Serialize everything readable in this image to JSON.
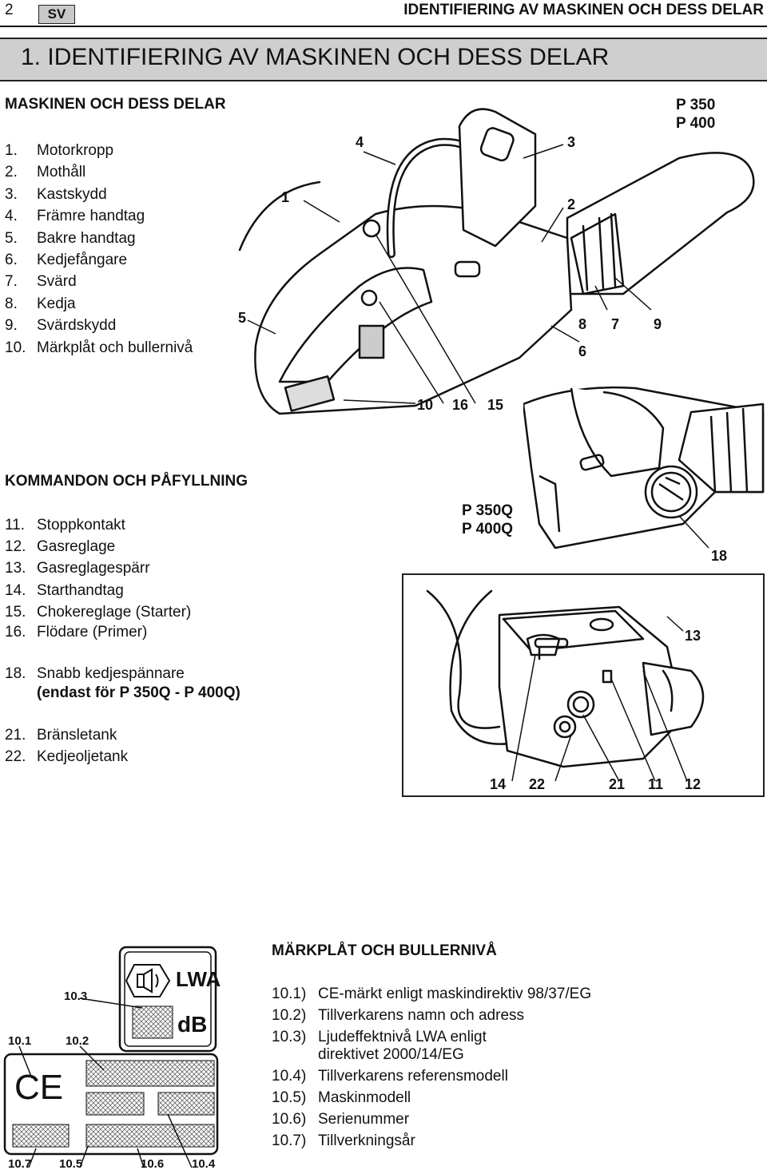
{
  "header": {
    "page_number": "2",
    "language": "SV",
    "running_title": "IDENTIFIERING AV MASKINEN OCH DESS DELAR"
  },
  "banner": {
    "title": "1. IDENTIFIERING AV MASKINEN OCH DESS DELAR"
  },
  "parts": {
    "heading": "MASKINEN OCH DESS DELAR",
    "items": [
      {
        "num": "1.",
        "label": "Motorkropp"
      },
      {
        "num": "2.",
        "label": "Mothåll"
      },
      {
        "num": "3.",
        "label": "Kastskydd"
      },
      {
        "num": "4.",
        "label": "Främre handtag"
      },
      {
        "num": "5.",
        "label": "Bakre handtag"
      },
      {
        "num": "6.",
        "label": "Kedjefångare"
      },
      {
        "num": "7.",
        "label": "Svärd"
      },
      {
        "num": "8.",
        "label": "Kedja"
      },
      {
        "num": "9.",
        "label": "Svärdskydd"
      },
      {
        "num": "10.",
        "label": "Märkplåt och bullernivå"
      }
    ],
    "models": [
      "P 350",
      "P 400"
    ],
    "callouts": [
      "1",
      "2",
      "3",
      "4",
      "5",
      "6",
      "7",
      "8",
      "9",
      "10",
      "16",
      "15"
    ]
  },
  "controls": {
    "heading": "KOMMANDON OCH PÅFYLLNING",
    "items": [
      {
        "num": "11.",
        "label": "Stoppkontakt"
      },
      {
        "num": "12.",
        "label": "Gasreglage"
      },
      {
        "num": "13.",
        "label": "Gasreglagespärr"
      },
      {
        "num": "14.",
        "label": "Starthandtag"
      },
      {
        "num": "15.",
        "label": "Chokereglage (Starter)"
      },
      {
        "num": "16.",
        "label": "Flödare (Primer)"
      }
    ],
    "item18": {
      "num": "18.",
      "line1": "Snabb kedjespännare",
      "line2": "(endast för P 350Q - P 400Q)"
    },
    "items_tanks": [
      {
        "num": "21.",
        "label": "Bränsletank"
      },
      {
        "num": "22.",
        "label": "Kedjeoljetank"
      }
    ],
    "models": [
      "P 350Q",
      "P 400Q"
    ],
    "callouts": [
      "18",
      "13",
      "14",
      "22",
      "21",
      "11",
      "12"
    ]
  },
  "plate": {
    "heading": "MÄRKPLÅT OCH BULLERNIVÅ",
    "items": [
      {
        "num": "10.1)",
        "label": "CE-märkt enligt maskindirektiv 98/37/EG"
      },
      {
        "num": "10.2)",
        "label": "Tillverkarens namn och adress"
      },
      {
        "num": "10.3)",
        "label": "Ljudeffektnivå LWA enligt direktivet 2000/14/EG"
      },
      {
        "num": "10.4)",
        "label": "Tillverkarens referensmodell"
      },
      {
        "num": "10.5)",
        "label": "Maskinmodell"
      },
      {
        "num": "10.6)",
        "label": "Serienummer"
      },
      {
        "num": "10.7)",
        "label": "Tillverkningsår"
      }
    ],
    "callouts": [
      "10.3",
      "10.1",
      "10.2",
      "10.7",
      "10.5",
      "10.6",
      "10.4"
    ],
    "lwa_text": "LWA",
    "db_text": "dB",
    "ce_mark": "CE"
  }
}
